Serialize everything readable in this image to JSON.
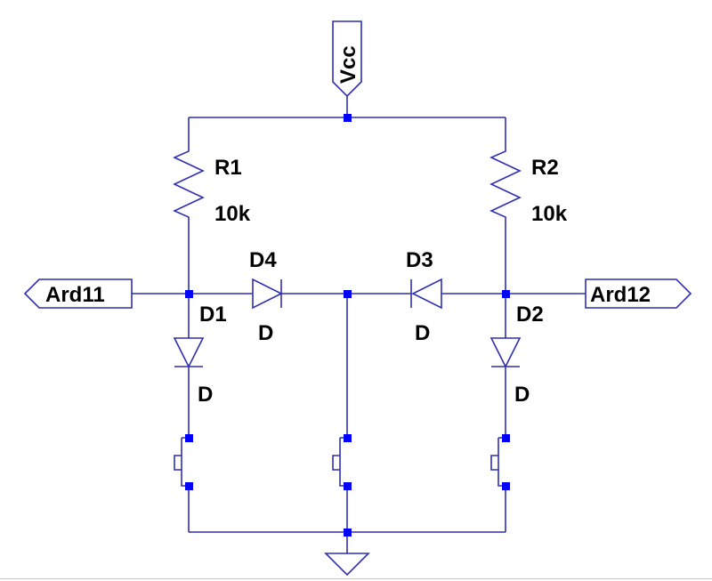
{
  "ports": {
    "vcc": "Vcc",
    "left": "Ard11",
    "right": "Ard12"
  },
  "resistors": [
    {
      "ref": "R1",
      "value": "10k"
    },
    {
      "ref": "R2",
      "value": "10k"
    }
  ],
  "diodes": [
    {
      "ref": "D1",
      "value": "D"
    },
    {
      "ref": "D2",
      "value": "D"
    },
    {
      "ref": "D3",
      "value": "D"
    },
    {
      "ref": "D4",
      "value": "D"
    }
  ],
  "colors": {
    "wire": "#2f2fb3",
    "junction": "#0000ff",
    "text": "#000000"
  }
}
